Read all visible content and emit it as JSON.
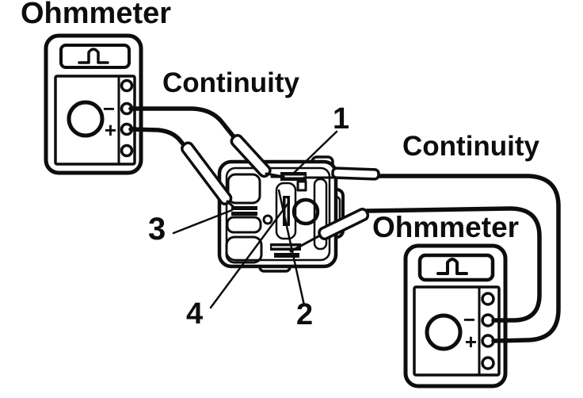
{
  "diagram": {
    "kind": "relay-connector continuity test, line-art scan",
    "left_meter": {
      "label": "Ohmmeter",
      "test_label": "Continuity",
      "negative": "−",
      "positive": "+"
    },
    "right_meter": {
      "label": "Ohmmeter",
      "test_label": "Continuity",
      "negative": "−",
      "positive": "+"
    },
    "connector": {
      "terminals": [
        {
          "number": "1"
        },
        {
          "number": "2"
        },
        {
          "number": "3"
        },
        {
          "number": "4"
        }
      ]
    },
    "icons": {
      "display_symbol": "continuity-pulse"
    },
    "colors": {
      "ink": "#0d0d0d",
      "paper": "#ffffff"
    }
  }
}
